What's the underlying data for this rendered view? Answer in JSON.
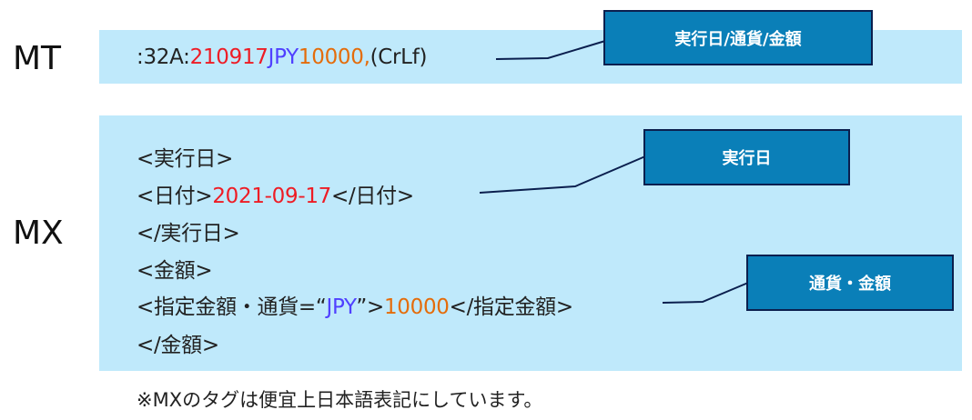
{
  "labels": {
    "mt": "MT",
    "mx": "MX"
  },
  "mt": {
    "prefix": ":32A:",
    "date": "210917",
    "currency": "JPY",
    "amount": "10000,",
    "suffix": "(CrLf)"
  },
  "mx": {
    "line1": "<実行日>",
    "line2_open": "<日付>",
    "line2_date": "2021-09-17",
    "line2_close": "</日付>",
    "line3": "</実行日>",
    "line4": "<金額>",
    "line5_open": "<指定金額・通貨=“",
    "line5_currency": "JPY",
    "line5_mid": "”>",
    "line5_amount": "10000",
    "line5_close": "</指定金額>",
    "line6": "</金額>"
  },
  "callouts": {
    "mt": "実行日/通貨/金額",
    "mx_date": "実行日",
    "mx_amount": "通貨・金額"
  },
  "note": "※MXのタグは便宜上日本語表記にしています。",
  "colors": {
    "band": "#bfe9fb",
    "date": "#ee1c25",
    "currency": "#5040ff",
    "amount": "#e46c0a",
    "callout": "#0a7fb8"
  }
}
